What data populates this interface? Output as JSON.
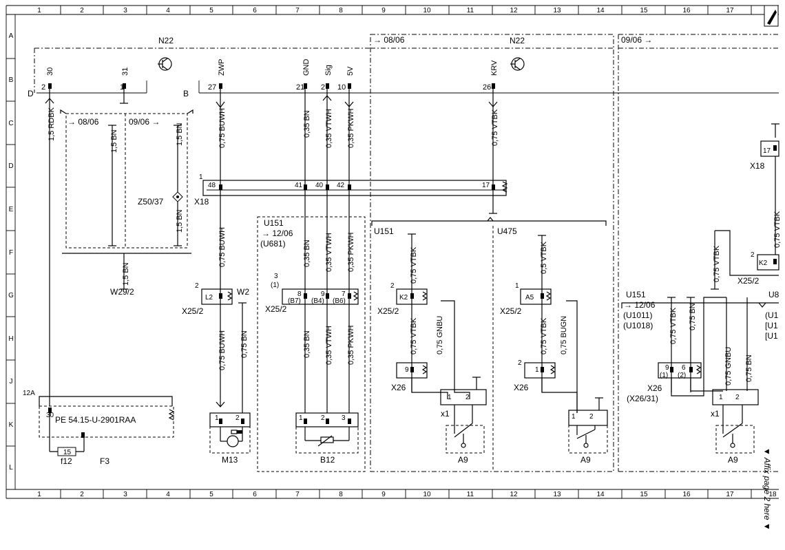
{
  "grid": {
    "cols": [
      "1",
      "2",
      "3",
      "4",
      "5",
      "6",
      "7",
      "8",
      "9",
      "10",
      "11",
      "12",
      "13",
      "14",
      "15",
      "16",
      "17",
      "18"
    ],
    "rows": [
      "A",
      "B",
      "C",
      "D",
      "E",
      "F",
      "G",
      "H",
      "J",
      "K",
      "L"
    ]
  },
  "modules": {
    "n22_left": "N22",
    "n22_right": "N22",
    "from_0806": "→ 08/06",
    "from_0906": "09/06  →"
  },
  "n22_pins": {
    "p30": "30",
    "p31": "31",
    "zwp": "ZWP",
    "gnd": "GND",
    "sig": "Sig",
    "v5": "5V",
    "krv": "KRV",
    "n2": "2",
    "n1": "1",
    "n27": "27",
    "n21": "21",
    "n2b": "2",
    "n10": "10",
    "n26": "26",
    "d": "D",
    "b": "B"
  },
  "wires": {
    "rdbk": "1,5 RDBK",
    "buwh": "0,75 BUWH",
    "bn035": "0,35 BN",
    "vtwh035": "0,35 VTWH",
    "pkwh035": "0,35 PKWH",
    "vtbk075": "0,75 VTBK",
    "bn15": "1,5 BN",
    "bn075": "0,75 BN",
    "vtbk05": "0,5 VTBK",
    "gnbu075": "0,75 GNBU",
    "bugn075": "0,75 BUGN",
    "vtwh035b": "0,35 VTWH"
  },
  "variants": {
    "v0806": "→ 08/06",
    "v0906": "09/06  →",
    "z5037": "Z50/37",
    "w292": "W29/2"
  },
  "x18": {
    "label": "X18",
    "one": "1",
    "p48": "48",
    "p41": "41",
    "p40": "40",
    "p42": "42",
    "p17": "17"
  },
  "u151_box": {
    "title": "U151",
    "arrow": "→ 12/06",
    "code": "(U681)",
    "three": "3",
    "paren1": "(1)",
    "conn": "X25/2",
    "p8": "8",
    "p9": "9",
    "p7": "7",
    "b7": "(B7)",
    "b4": "(B4)",
    "b6": "(B6)",
    "b12": "B12",
    "p1": "1",
    "p2": "2",
    "p3": "3"
  },
  "left_parts": {
    "x252": "X25/2",
    "l2": "L2",
    "two": "2",
    "w2": "W2",
    "m13": "M13",
    "m1": "1",
    "m2": "2",
    "a12": "12A",
    "p30": "30",
    "pe_ref": "PE 54.15-U-2901RAA",
    "f15": "15",
    "f12": "f12",
    "f3": "F3"
  },
  "u151_sec": {
    "title": "U151",
    "two": "2",
    "k2": "K2",
    "x252": "X25/2",
    "x26": "X26",
    "p9": "9",
    "x1": "x1",
    "p1": "1",
    "p2": "2",
    "a9": "A9"
  },
  "u475_sec": {
    "title": "U475",
    "one": "1",
    "a5": "A5",
    "x252": "X25/2",
    "two": "2",
    "x26": "X26",
    "p1": "1",
    "p1b": "1",
    "p2b": "2",
    "a9": "A9"
  },
  "right_sec": {
    "u151": "U151",
    "arrow": "→ 12/06",
    "u1011": "(U1011)",
    "u1018": "(U1018)",
    "x26": "X26",
    "x2631": "(X26/31)",
    "p9": "9",
    "p6": "6",
    "p1": "(1)",
    "p2": "(2)",
    "x1": "x1",
    "q1": "1",
    "q2": "2",
    "a9": "A9",
    "u8": "U8",
    "u1a": "(U1",
    "u1b": "[U1",
    "u1c": "[U1",
    "x18": "X18",
    "p17": "17",
    "x252": "X25/2",
    "k2": "K2",
    "two": "2"
  },
  "affix": "▼ Affix page 2 here ▼"
}
